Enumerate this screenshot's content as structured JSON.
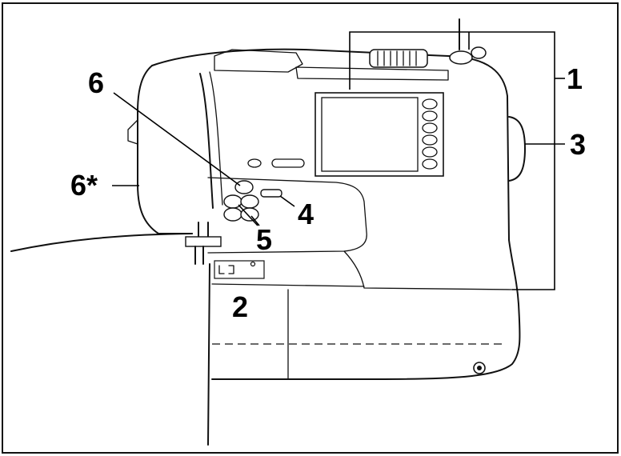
{
  "callouts": [
    {
      "id": "1",
      "text": "1"
    },
    {
      "id": "2",
      "text": "2"
    },
    {
      "id": "3",
      "text": "3"
    },
    {
      "id": "4",
      "text": "4"
    },
    {
      "id": "5",
      "text": "5"
    },
    {
      "id": "6",
      "text": "6"
    },
    {
      "id": "6star",
      "text": "6*"
    }
  ]
}
